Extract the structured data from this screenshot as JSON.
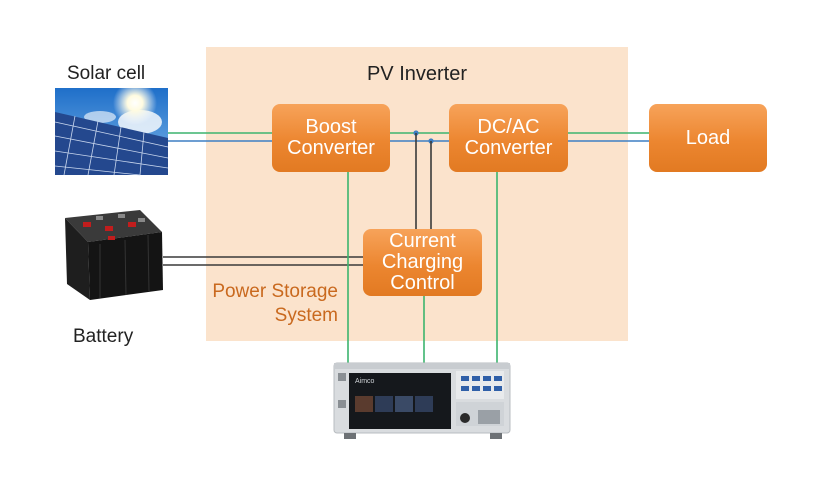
{
  "diagram": {
    "panel_title": "PV Inverter",
    "labels": {
      "solar": "Solar cell",
      "battery": "Battery",
      "power_storage_line1": "Power Storage",
      "power_storage_line2": "System"
    },
    "nodes": {
      "boost": {
        "line1": "Boost",
        "line2": "Converter"
      },
      "dcac": {
        "line1": "DC/AC",
        "line2": "Converter"
      },
      "load": {
        "label": "Load"
      },
      "charging": {
        "line1": "Current",
        "line2": "Charging",
        "line3": "Control"
      }
    },
    "instrument": {
      "brand": "Aimco"
    },
    "colors": {
      "box_orange": "#ec8630",
      "panel_peach": "#fbe3cc",
      "wire_green": "#3cb46e",
      "wire_blue": "#3d7fc4",
      "wire_dark": "#3a3a3a",
      "storage_text": "#c9691e"
    }
  }
}
